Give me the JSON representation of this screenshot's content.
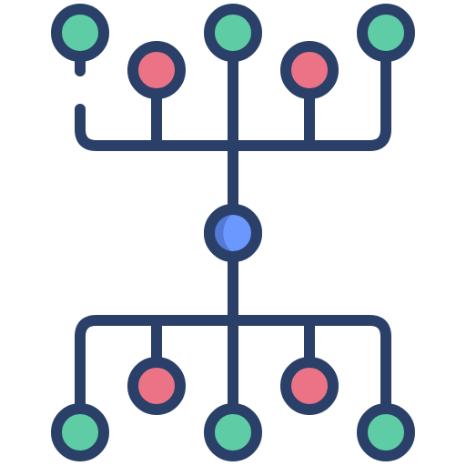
{
  "icon": {
    "semantic_name": "network-tree-icon",
    "colors": {
      "stroke": "#2a4068",
      "node_green": "#5ecda5",
      "node_red": "#ec7386",
      "node_blue": "#6b98ff",
      "node_blue_shadow": "#527ad6",
      "background": "#ffffff"
    },
    "node_counts": {
      "green": 6,
      "red": 4,
      "blue": 1
    }
  }
}
